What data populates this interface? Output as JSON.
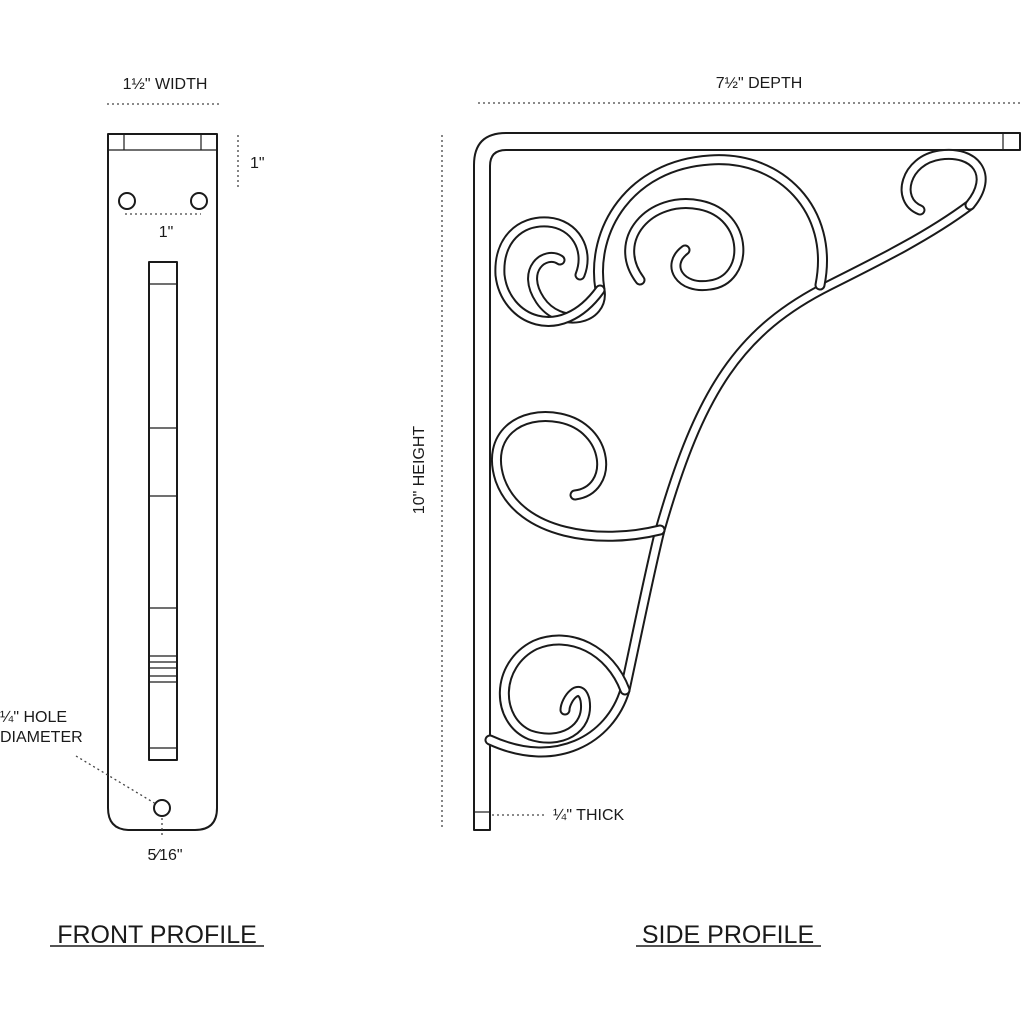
{
  "front_profile": {
    "title": "FRONT PROFILE",
    "width_label": "1½\" WIDTH",
    "top_offset_label": "1\"",
    "hole_spacing_label": "1\"",
    "hole_label_line1": "¼\" HOLE",
    "hole_label_line2": "DIAMETER",
    "bottom_offset_label": "5⁄16\""
  },
  "side_profile": {
    "title": "SIDE PROFILE",
    "depth_label": "7½\" DEPTH",
    "height_label": "10\" HEIGHT",
    "thickness_label": "¼\" THICK"
  }
}
